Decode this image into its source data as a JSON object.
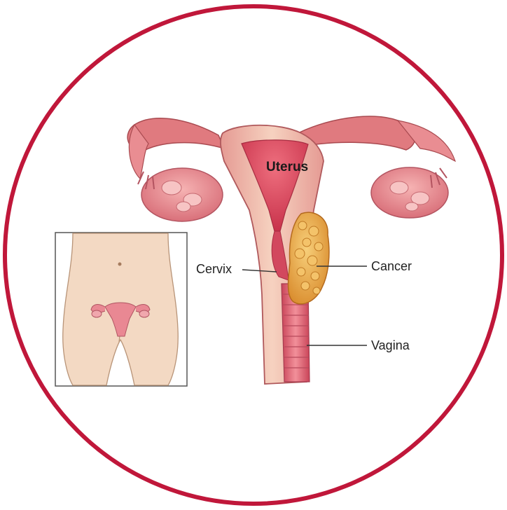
{
  "colors": {
    "ring": "#c0173a",
    "tissue_outer": "#e9a29a",
    "tissue_light": "#f4c9b9",
    "cavity": "#d8445a",
    "tumor": "#e9a23a",
    "tube": "#d85a6a",
    "ovary": "#e78a90",
    "skin": "#f3d9c3"
  },
  "labels": {
    "uterus": "Uterus",
    "cervix": "Cervix",
    "cancer": "Cancer",
    "vagina": "Vagina"
  }
}
